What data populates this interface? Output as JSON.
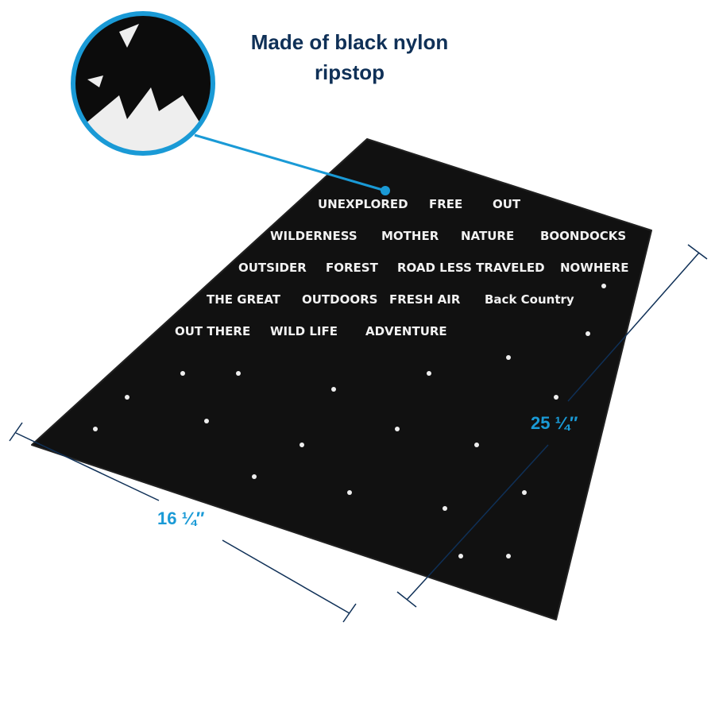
{
  "caption": {
    "line1": "Made of black nylon",
    "line2": "ripstop"
  },
  "dimensions": {
    "width": "16 ¼″",
    "length": "25 ¼″"
  },
  "pattern_words": [
    "UNEXPLORED",
    "WILDERNESS",
    "FREE",
    "MOTHER",
    "NATURE",
    "BOONDOCKS",
    "OUTSIDER",
    "FOREST",
    "ROAD LESS TRAVELED",
    "NOWHERE",
    "THE GREAT",
    "OUTDOORS",
    "FRESH AIR",
    "Back Country",
    "OUT THERE",
    "WILD LIFE",
    "ADVENTURE",
    "OUT"
  ],
  "colors": {
    "accent": "#1a9ad6",
    "caption": "#0f3057",
    "line": "#0f3057",
    "mat": "#111111"
  }
}
